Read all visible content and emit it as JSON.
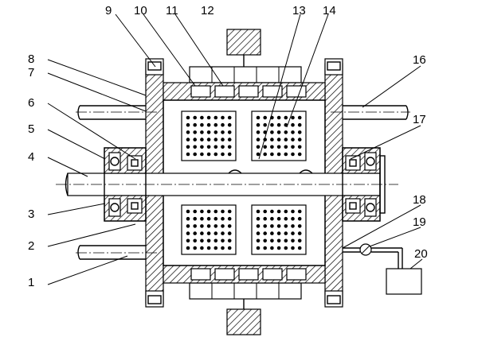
{
  "diagram": {
    "callouts": {
      "c1": "1",
      "c2": "2",
      "c3": "3",
      "c4": "4",
      "c5": "5",
      "c6": "6",
      "c7": "7",
      "c8": "8",
      "c9": "9",
      "c10": "10",
      "c11": "11",
      "c12": "12",
      "c13": "13",
      "c14": "14",
      "c15": "16",
      "c16": "17",
      "c17": "18",
      "c18": "19",
      "c19": "20"
    }
  }
}
